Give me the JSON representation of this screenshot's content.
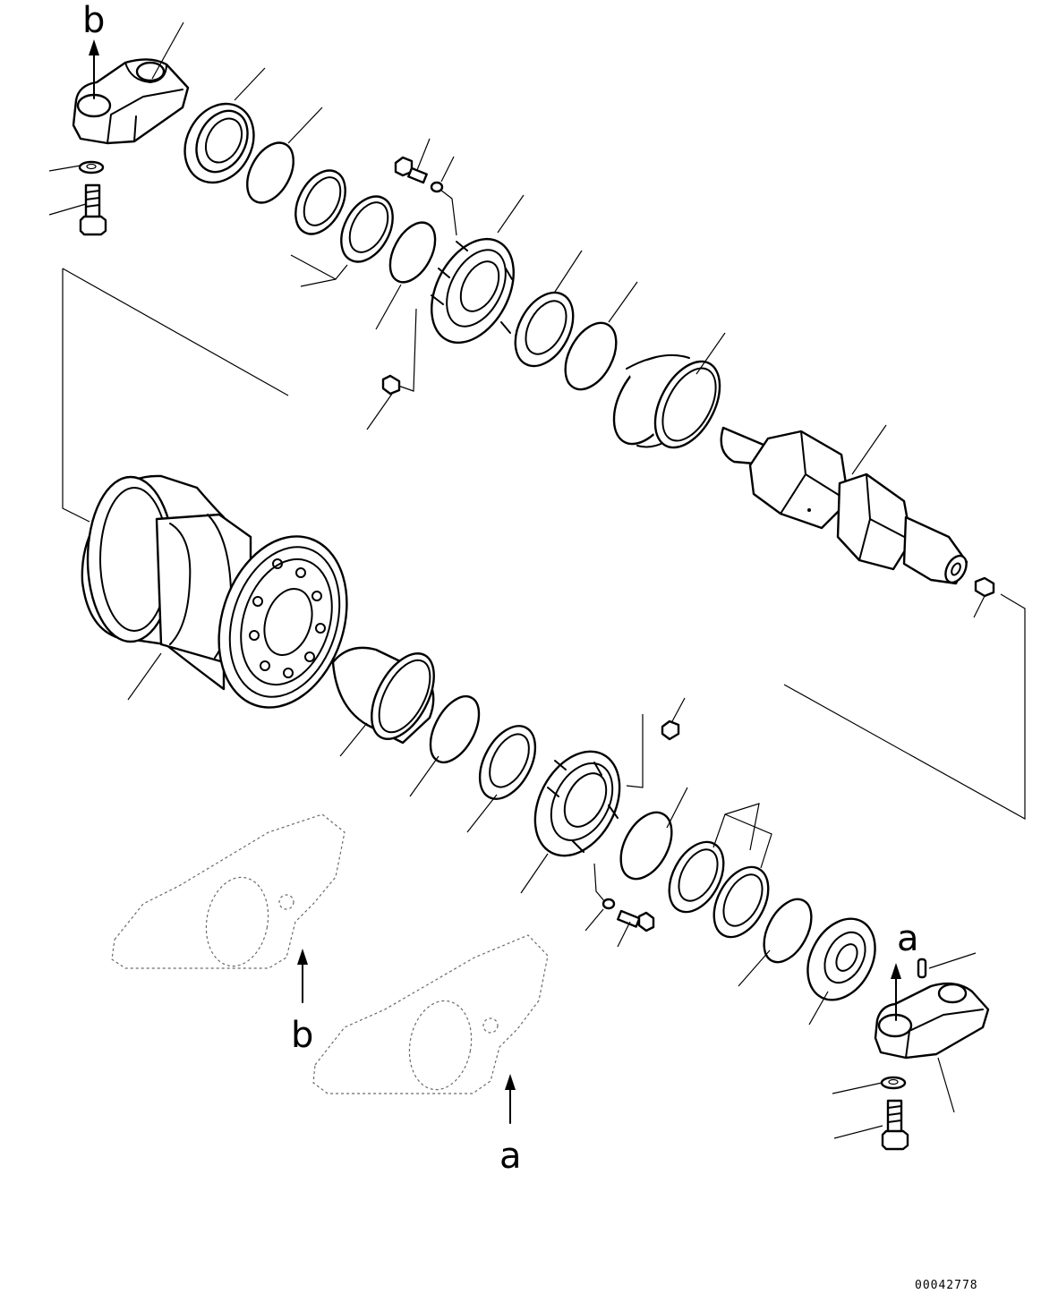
{
  "markers": {
    "b_top": "b",
    "b_bottom": "b",
    "a_right": "a",
    "a_bottom": "a"
  },
  "drawing_number": "00042778"
}
